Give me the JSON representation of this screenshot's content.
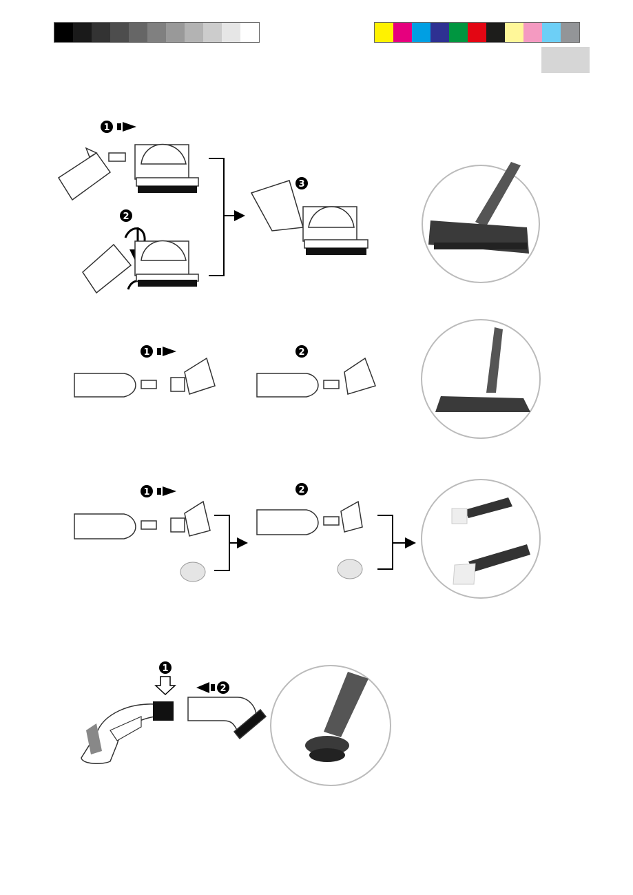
{
  "calibration": {
    "grayscale": [
      "#000000",
      "#1a1a1a",
      "#333333",
      "#4d4d4d",
      "#666666",
      "#808080",
      "#999999",
      "#b3b3b3",
      "#cccccc",
      "#e6e6e6",
      "#ffffff"
    ],
    "colors": [
      "#fff200",
      "#e6007e",
      "#009fe3",
      "#2e3192",
      "#009640",
      "#e30613",
      "#1d1d1b",
      "#fff799",
      "#f49ac1",
      "#6dcff6",
      "#939598"
    ]
  },
  "steps": {
    "row1": [
      "1",
      "2",
      "3"
    ],
    "row2": [
      "1",
      "2"
    ],
    "row3": [
      "1",
      "2"
    ],
    "row4": [
      "1",
      "2"
    ]
  },
  "icons": {
    "arrow": "right-arrow-icon",
    "rotate": "rotate-arrow-icon",
    "press": "press-down-icon"
  }
}
